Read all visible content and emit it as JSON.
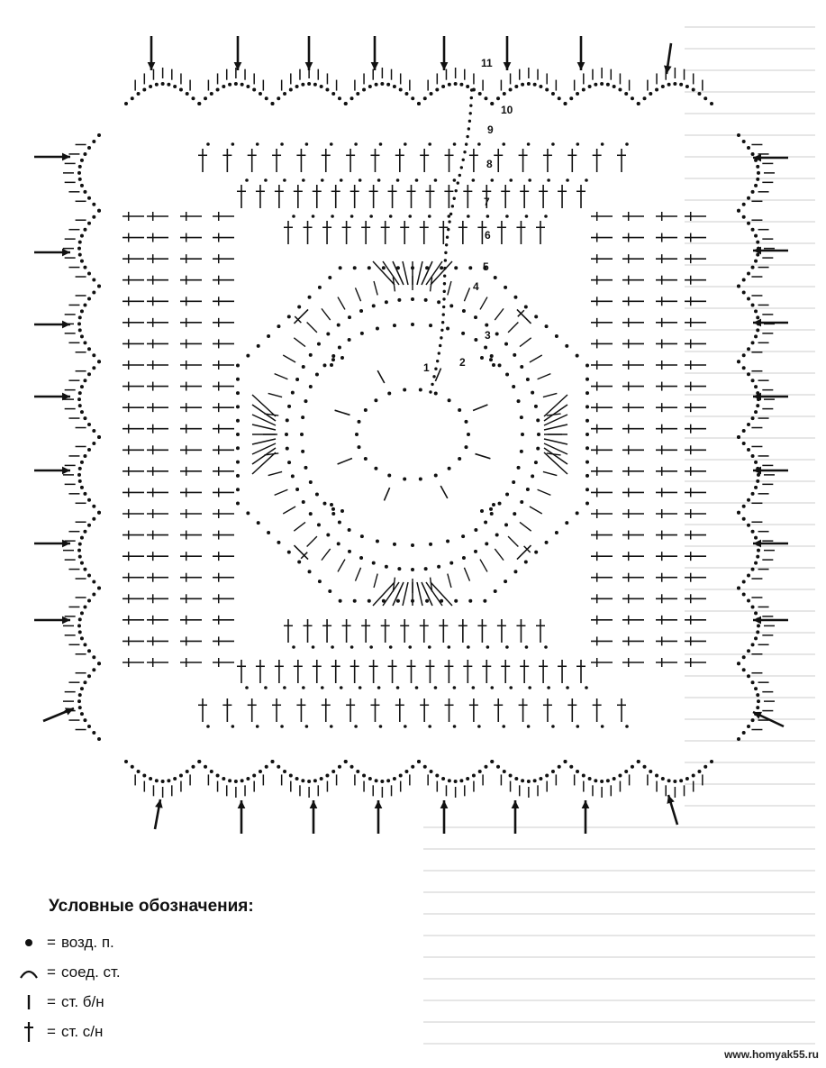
{
  "diagram": {
    "round_labels": [
      "1",
      "2",
      "3",
      "4",
      "5",
      "6",
      "7",
      "8",
      "9",
      "10",
      "11"
    ]
  },
  "legend": {
    "title": "Условные обозначения:",
    "items": [
      {
        "symbol": "dot",
        "eq": "=",
        "text": "возд. п."
      },
      {
        "symbol": "arc",
        "eq": "=",
        "text": "соед. ст."
      },
      {
        "symbol": "bar",
        "eq": "=",
        "text": "ст. б/н"
      },
      {
        "symbol": "dagger",
        "eq": "=",
        "text": "ст. с/н"
      }
    ]
  },
  "watermark": "www.homyak55.ru",
  "colors": {
    "ink": "#111111",
    "ghost": "#d6d6d6",
    "paper": "#ffffff"
  }
}
